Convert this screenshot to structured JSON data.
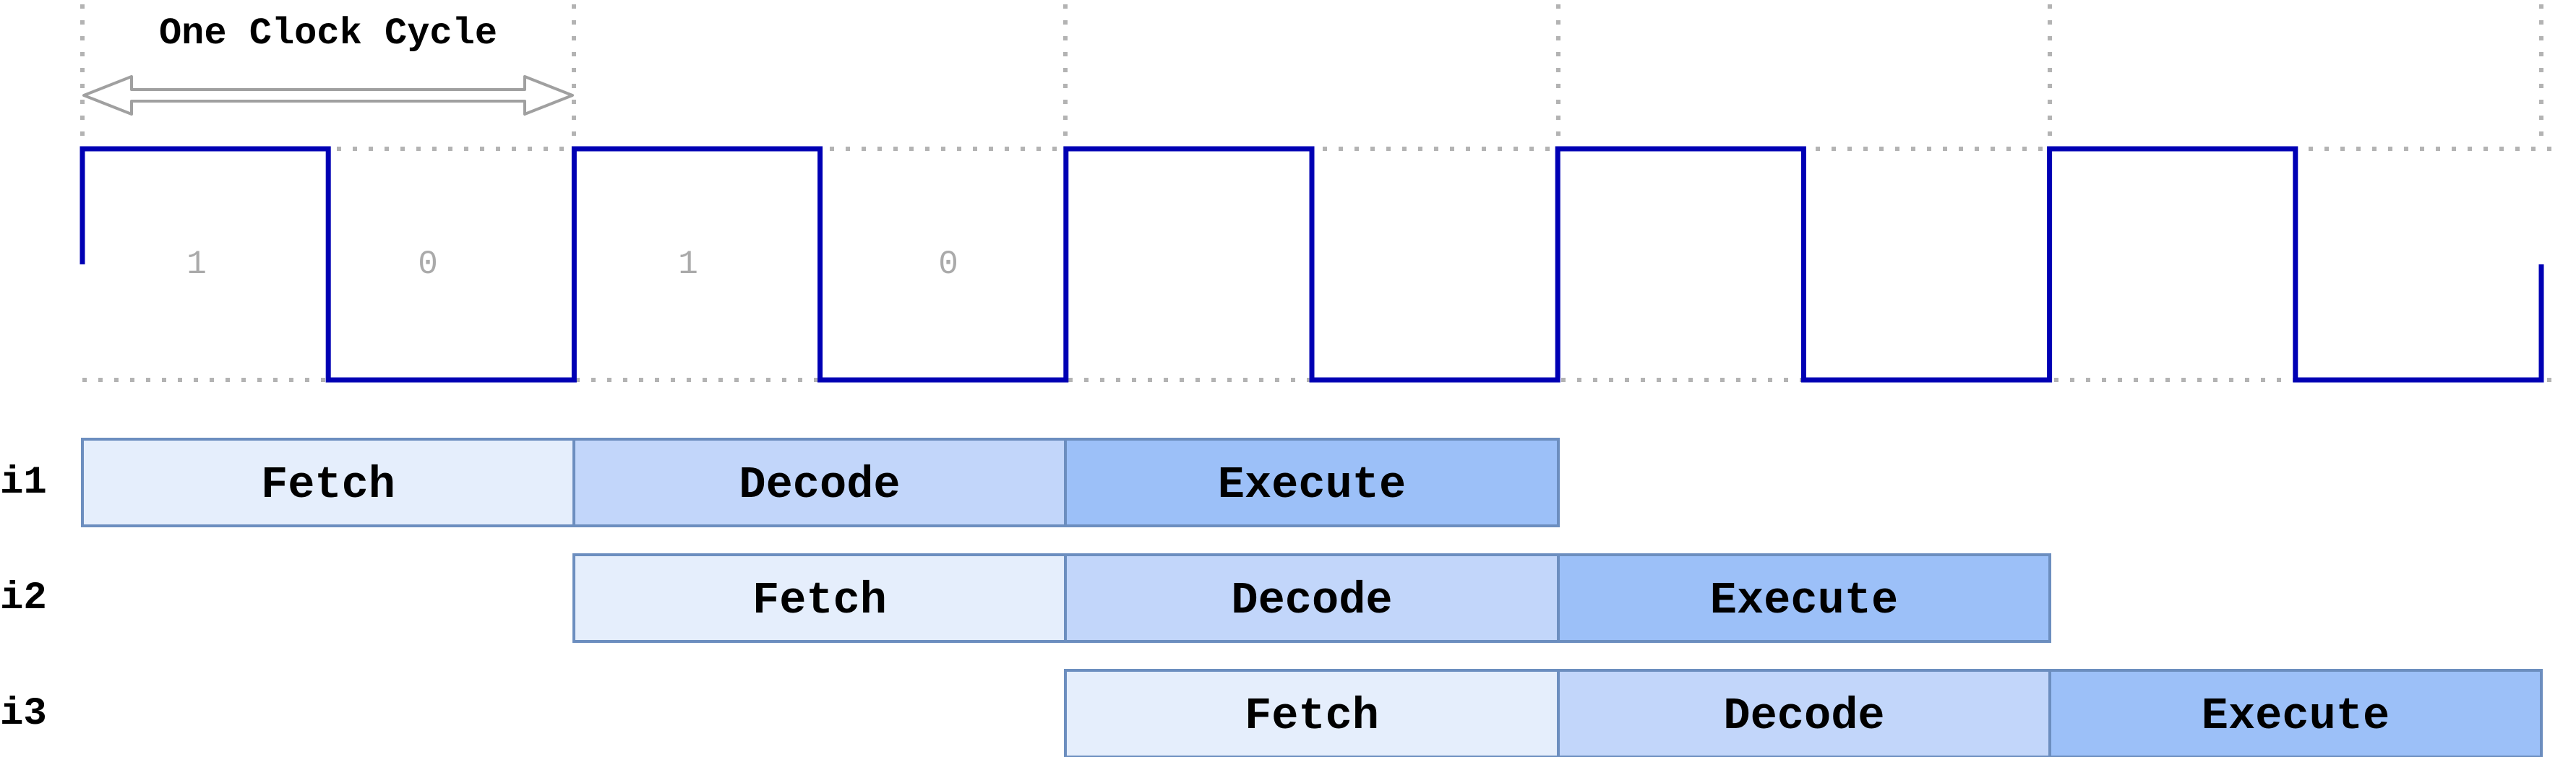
{
  "diagram": {
    "title": "One Clock Cycle",
    "clock": {
      "half_cycles": 10,
      "level_labels": [
        "1",
        "0",
        "1",
        "0"
      ]
    },
    "stage_colors": {
      "Fetch": "#e5eefc",
      "Decode": "#c2d6fa",
      "Execute": "#9cc0f8"
    },
    "instructions": [
      {
        "label": "i1",
        "stages": [
          {
            "name": "Fetch",
            "cycle": 0
          },
          {
            "name": "Decode",
            "cycle": 1
          },
          {
            "name": "Execute",
            "cycle": 2
          }
        ]
      },
      {
        "label": "i2",
        "stages": [
          {
            "name": "Fetch",
            "cycle": 1
          },
          {
            "name": "Decode",
            "cycle": 2
          },
          {
            "name": "Execute",
            "cycle": 3
          }
        ]
      },
      {
        "label": "i3",
        "stages": [
          {
            "name": "Fetch",
            "cycle": 2
          },
          {
            "name": "Decode",
            "cycle": 3
          },
          {
            "name": "Execute",
            "cycle": 4
          }
        ]
      }
    ],
    "colors": {
      "wave": "#0000b4",
      "grid": "#b3b3b3",
      "stage_border": "#6c8ebf",
      "arrow": "#a0a0a0"
    }
  }
}
